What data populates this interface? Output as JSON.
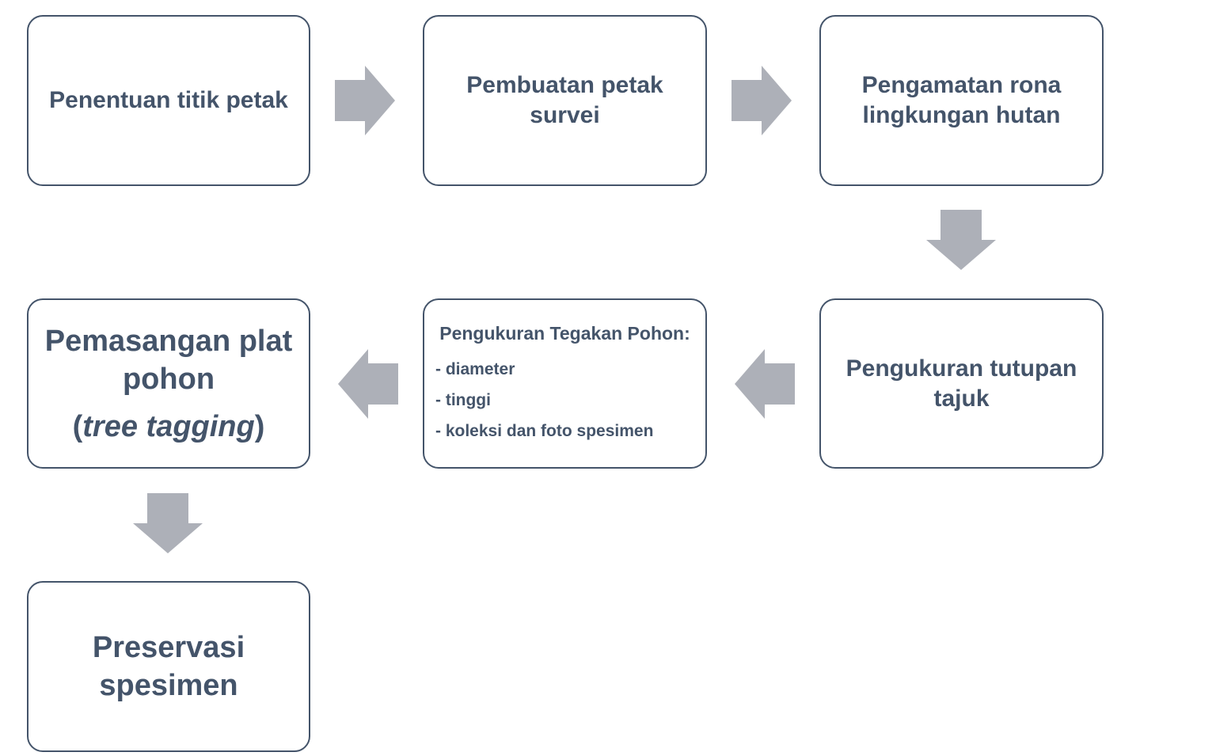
{
  "steps": {
    "penentuan": "Penentuan titik petak",
    "pembuatan": "Pembuatan petak survei",
    "pengamatan": "Pengamatan rona lingkungan hutan",
    "tutupan": "Pengukuran tutupan tajuk",
    "tegakan": {
      "title": "Pengukuran Tegakan Pohon:",
      "items": [
        "- diameter",
        "- tinggi",
        "- koleksi dan foto spesimen"
      ]
    },
    "pemasangan": {
      "main": "Pemasangan plat pohon",
      "open_paren": "(",
      "italic": "tree tagging",
      "close_paren": ")"
    },
    "preservasi": "Preservasi spesimen"
  },
  "colors": {
    "box_border": "#44546a",
    "text": "#44546a",
    "arrow": "#adb0b8"
  },
  "icons": {
    "right": "arrow-right-icon",
    "down": "arrow-down-icon",
    "left": "arrow-left-icon"
  }
}
